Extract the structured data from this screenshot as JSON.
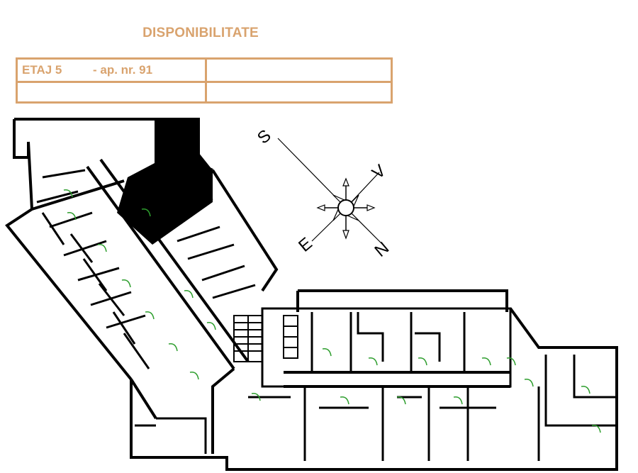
{
  "header": {
    "title": "DISPONIBILITATE"
  },
  "availability_table": {
    "floor_label": "ETAJ 5",
    "apartment_label": "- ap. nr. 91",
    "cells": [
      "",
      "",
      ""
    ]
  },
  "compass": {
    "south": "S",
    "west": "V",
    "east": "E",
    "north": "N"
  },
  "colors": {
    "accent": "#d9a36e",
    "wall": "#000000",
    "door_swing": "#2e9e2e"
  }
}
